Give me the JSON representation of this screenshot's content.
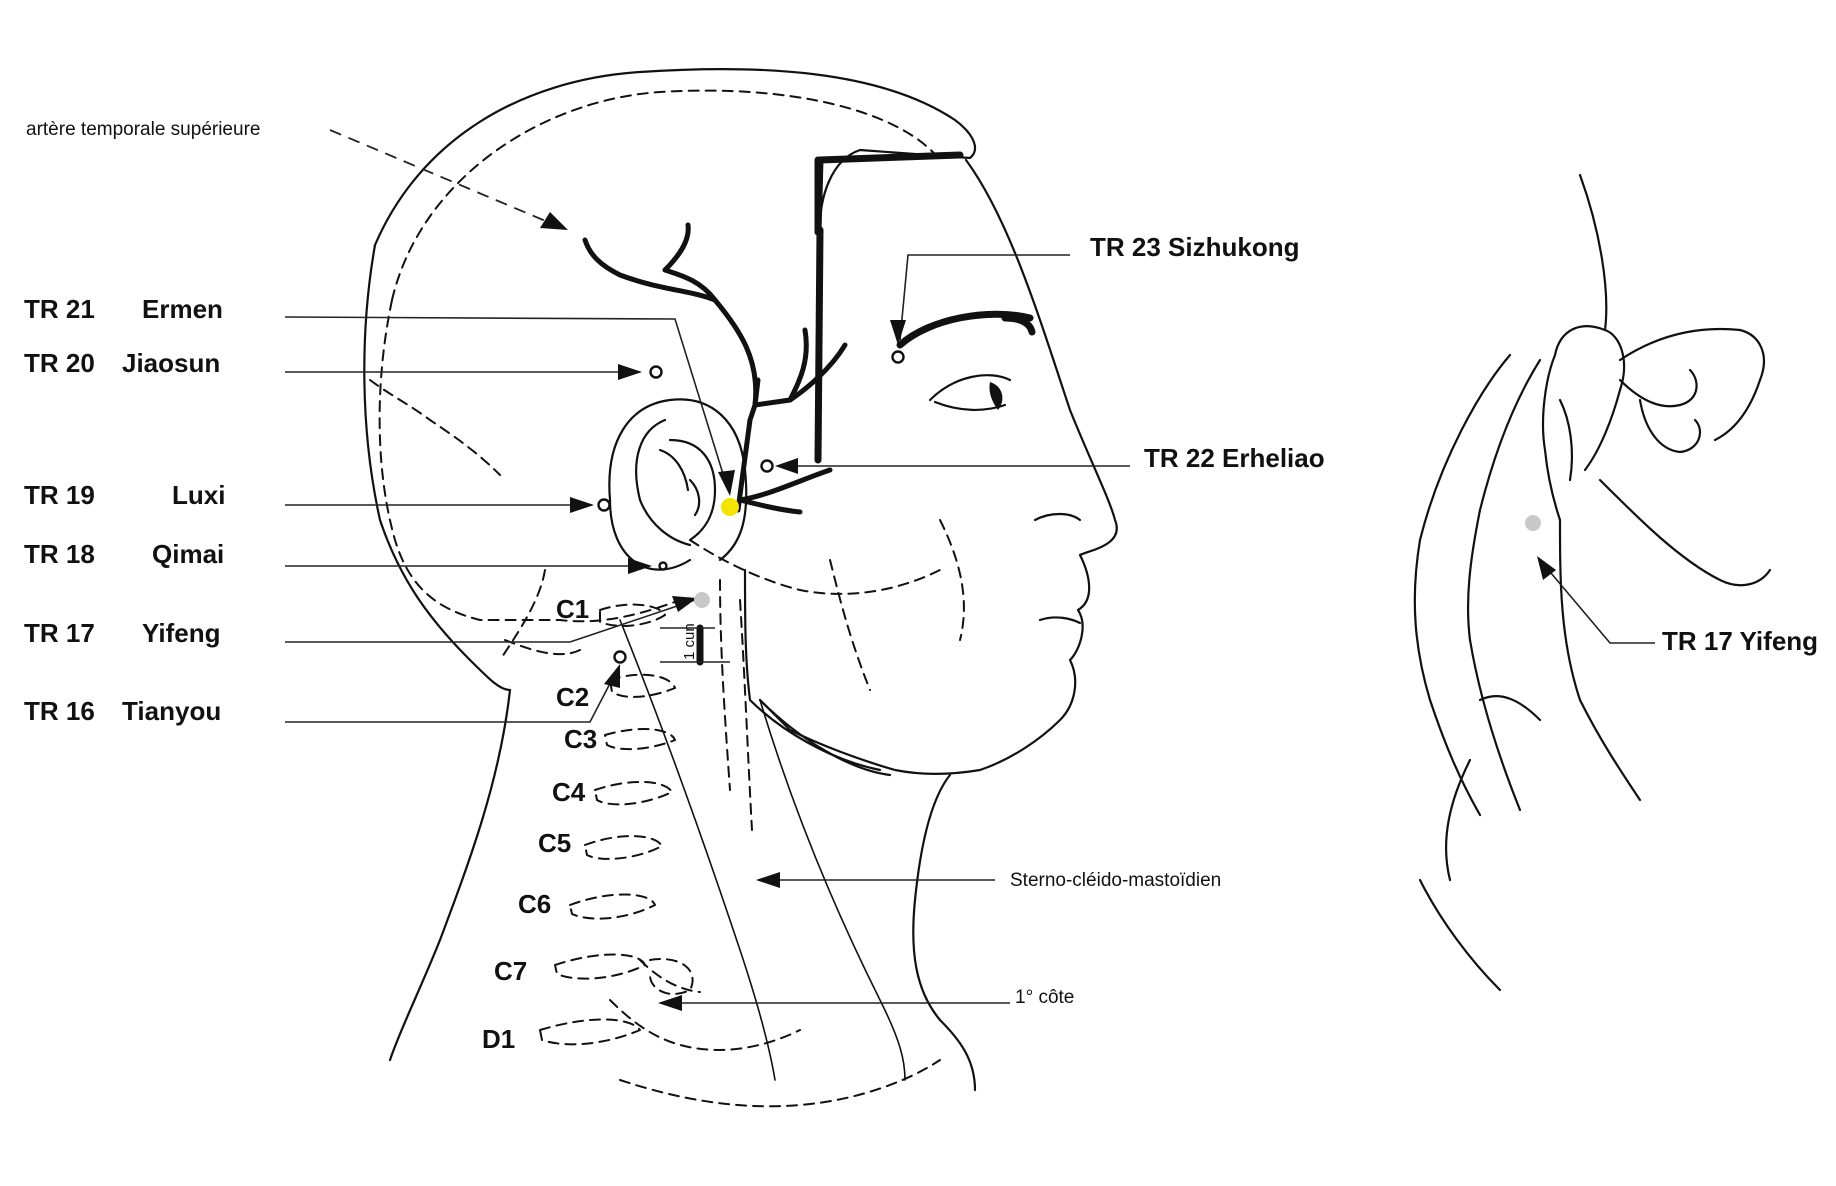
{
  "labels": {
    "artery": "artère temporale supérieure",
    "tr21_code": "TR 21",
    "tr21_name": "Ermen",
    "tr20_code": "TR 20",
    "tr20_name": "Jiaosun",
    "tr19_code": "TR 19",
    "tr19_name": "Luxi",
    "tr18_code": "TR 18",
    "tr18_name": "Qimai",
    "tr17_code": "TR 17",
    "tr17_name": "Yifeng",
    "tr16_code": "TR 16",
    "tr16_name": "Tianyou",
    "tr23": "TR 23 Sizhukong",
    "tr22": "TR 22 Erheliao",
    "scm": "Sterno-cléido-mastoïdien",
    "rib": "1° côte",
    "tr17_inset": "TR 17 Yifeng",
    "cun": "1 cun"
  },
  "vertebrae": [
    "C1",
    "C2",
    "C3",
    "C4",
    "C5",
    "C6",
    "C7",
    "D1"
  ],
  "colors": {
    "ink": "#111111",
    "highlight_point": "#f5e400",
    "tr17_point": "#c8c8c8"
  }
}
